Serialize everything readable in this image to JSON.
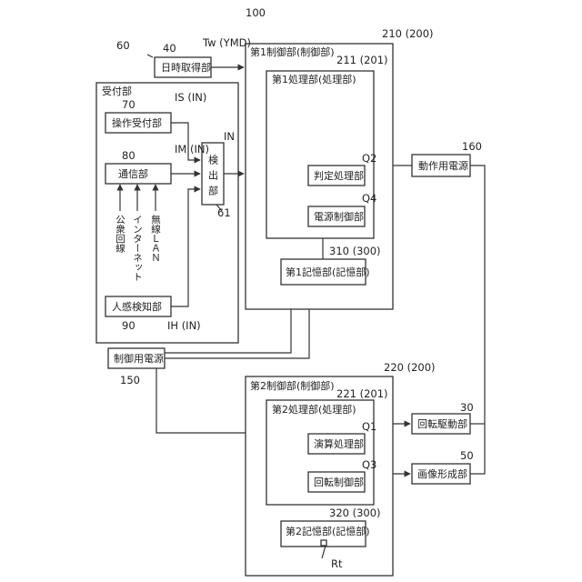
{
  "refs": {
    "r100": "100",
    "r210": "210 (200)",
    "r60": "60",
    "r40": "40",
    "tw": "Tw (YMD)",
    "r211": "211 (201)",
    "r70": "70",
    "is_in": "IS (IN)",
    "im_in": "IM (IN)",
    "r80": "80",
    "in": "IN",
    "q2": "Q2",
    "q4": "Q4",
    "r160": "160",
    "r61": "61",
    "r310": "310 (300)",
    "r90": "90",
    "ih_in": "IH (IN)",
    "r150": "150",
    "r220": "220 (200)",
    "r221": "221 (201)",
    "r30": "30",
    "q1": "Q1",
    "q3": "Q3",
    "r50": "50",
    "r320": "320 (300)",
    "rt": "Rt"
  },
  "labels": {
    "first_control": "第1制御部(制御部)",
    "datetime": "日時取得部",
    "reception": "受付部",
    "first_processing": "第1処理部(処理部)",
    "operation_reception": "操作受付部",
    "communication": "通信部",
    "detection": "検出部",
    "judgment": "判定処理部",
    "power_control": "電源制御部",
    "operation_power": "動作用電源",
    "first_storage": "第1記憶部(記憶部)",
    "human_detection": "人感検知部",
    "control_power": "制御用電源",
    "second_control": "第2制御部(制御部)",
    "second_processing": "第2処理部(処理部)",
    "rotation_drive": "回転駆動部",
    "calculation": "演算処理部",
    "rotation_control": "回転制御部",
    "image_forming": "画像形成部",
    "second_storage": "第2記憶部(記憶部)",
    "public_line": "公衆回線",
    "internet": "インターネット",
    "wireless_lan": "無線ＬＡＮ"
  }
}
